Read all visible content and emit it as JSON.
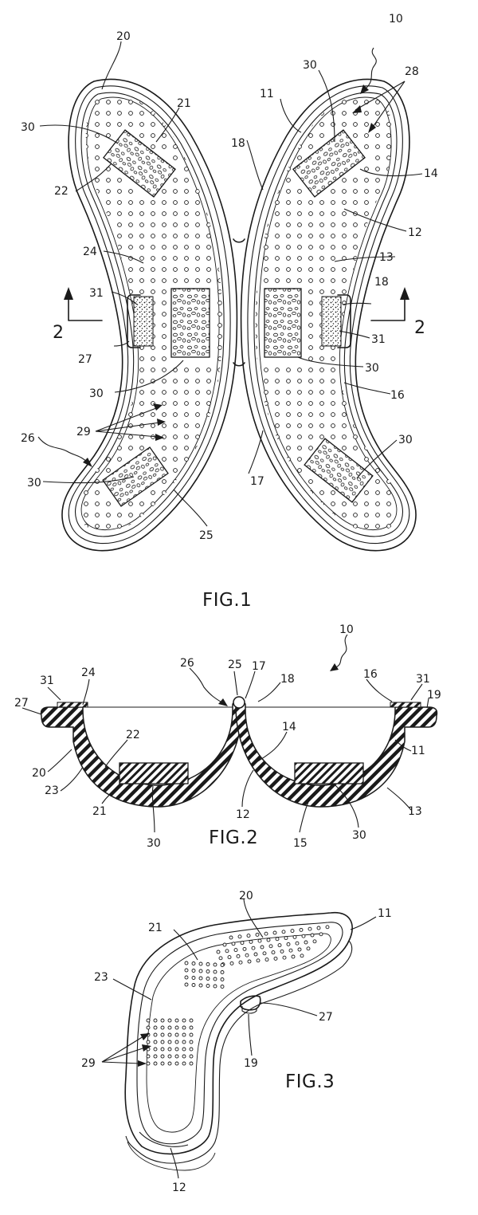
{
  "figures": {
    "fig1": "FIG.1",
    "fig2": "FIG.2",
    "fig3": "FIG.3"
  },
  "section_marks": {
    "left": "2",
    "right": "2"
  },
  "fig1_refs": {
    "r10": "10",
    "r20": "20",
    "r21": "21",
    "r30a": "30",
    "r30b": "30",
    "r30c": "30",
    "r30d": "30",
    "r30e": "30",
    "r30f": "30",
    "r11": "11",
    "r28": "28",
    "r18a": "18",
    "r14": "14",
    "r22": "22",
    "r12": "12",
    "r24": "24",
    "r13": "13",
    "r31a": "31",
    "r18b": "18",
    "r31b": "31",
    "r27": "27",
    "r29": "29",
    "r16": "16",
    "r26": "26",
    "r17": "17",
    "r25": "25"
  },
  "fig2_refs": {
    "r10": "10",
    "r26": "26",
    "r25": "25",
    "r17": "17",
    "r18": "18",
    "r31a": "31",
    "r24": "24",
    "r16": "16",
    "r31b": "31",
    "r27": "27",
    "r19": "19",
    "r22": "22",
    "r14": "14",
    "r20": "20",
    "r11": "11",
    "r23": "23",
    "r12": "12",
    "r13": "13",
    "r21": "21",
    "r30a": "30",
    "r15": "15",
    "r30b": "30"
  },
  "fig3_refs": {
    "r20": "20",
    "r11": "11",
    "r21": "21",
    "r23": "23",
    "r27": "27",
    "r29": "29",
    "r19": "19",
    "r12": "12"
  }
}
